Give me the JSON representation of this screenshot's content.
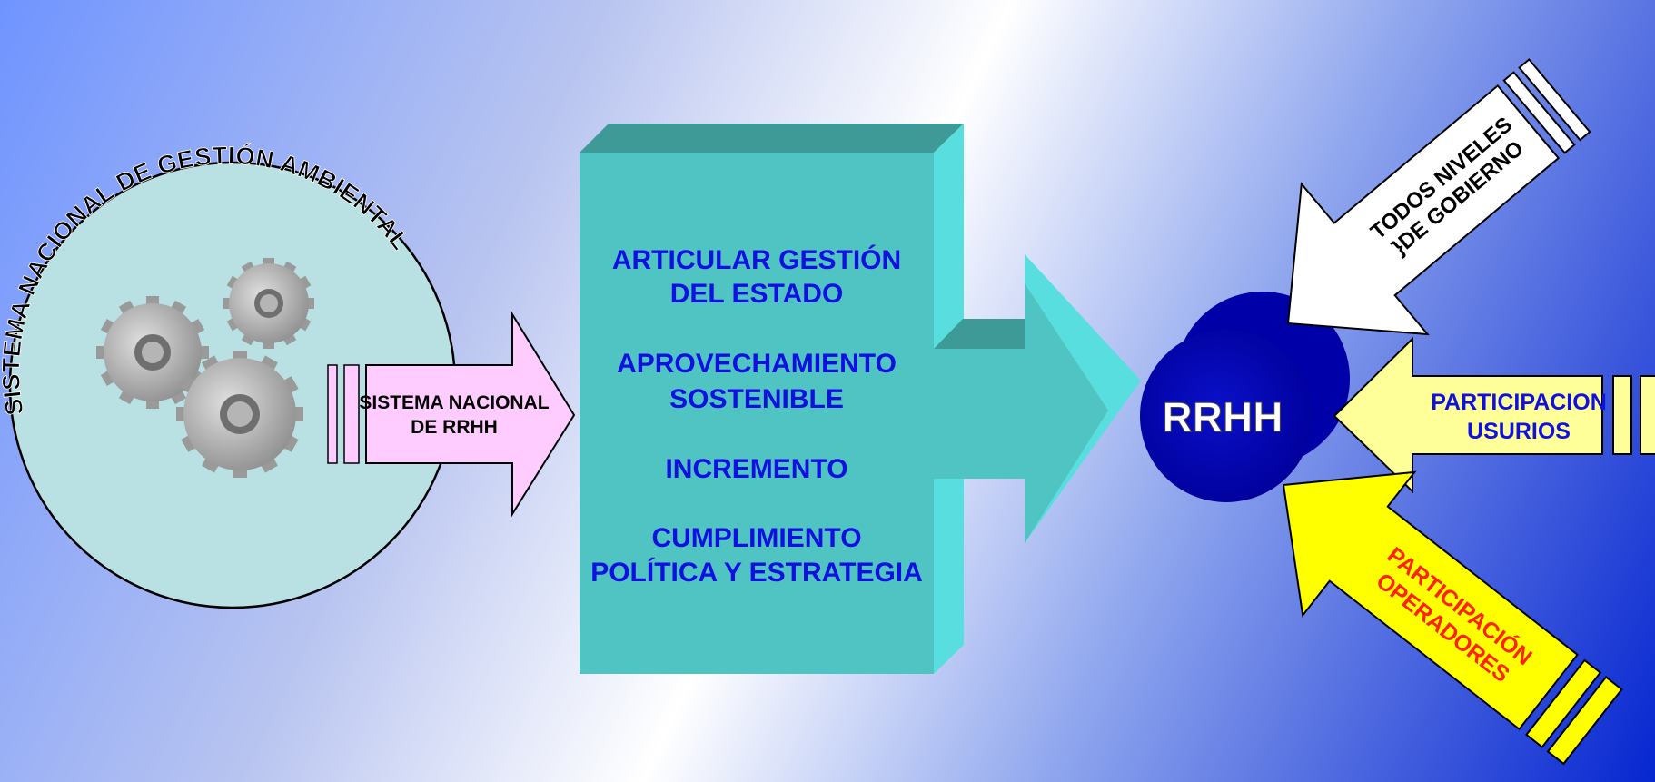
{
  "colors": {
    "bg_light": "#ffffff",
    "bg_blue": "#7a9cff",
    "bg_deep": "#0a2fd6",
    "circle_fill": "#b9e0e3",
    "teal_box": "#4fc4c2",
    "teal_top": "#3e9a97",
    "teal_side": "#58dede",
    "text_blue": "#1010e0",
    "pink_arrow": "#ffccff",
    "sphere": "#0000b8",
    "yellow_light": "#ffff99",
    "yellow": "#ffff00",
    "red_text": "#ff2200"
  },
  "left": {
    "circle_label": "SISTEMA NACIONAL DE GESTIÓN AMBIENTAL",
    "gears_icon": "gears-icon",
    "arrow_line1": "SISTEMA NACIONAL",
    "arrow_line2": "DE RRHH"
  },
  "center": {
    "item1_line1": "ARTICULAR GESTIÓN",
    "item1_line2": "DEL ESTADO",
    "item2_line1": "APROVECHAMIENTO",
    "item2_line2": "SOSTENIBLE",
    "item3_line1": "INCREMENTO",
    "item4_line1": "CUMPLIMIENTO",
    "item4_line2": "POLÍTICA Y ESTRATEGIA"
  },
  "right": {
    "sphere_label": "RRHH",
    "top_arrow_line1": "TODOS NIVELES",
    "top_arrow_line2": "}DE GOBIERNO",
    "mid_arrow_line1": "PARTICIPACION",
    "mid_arrow_line2": "USURIOS",
    "bottom_arrow_line1": "PARTICIPACIÓN",
    "bottom_arrow_line2": "OPERADORES"
  }
}
